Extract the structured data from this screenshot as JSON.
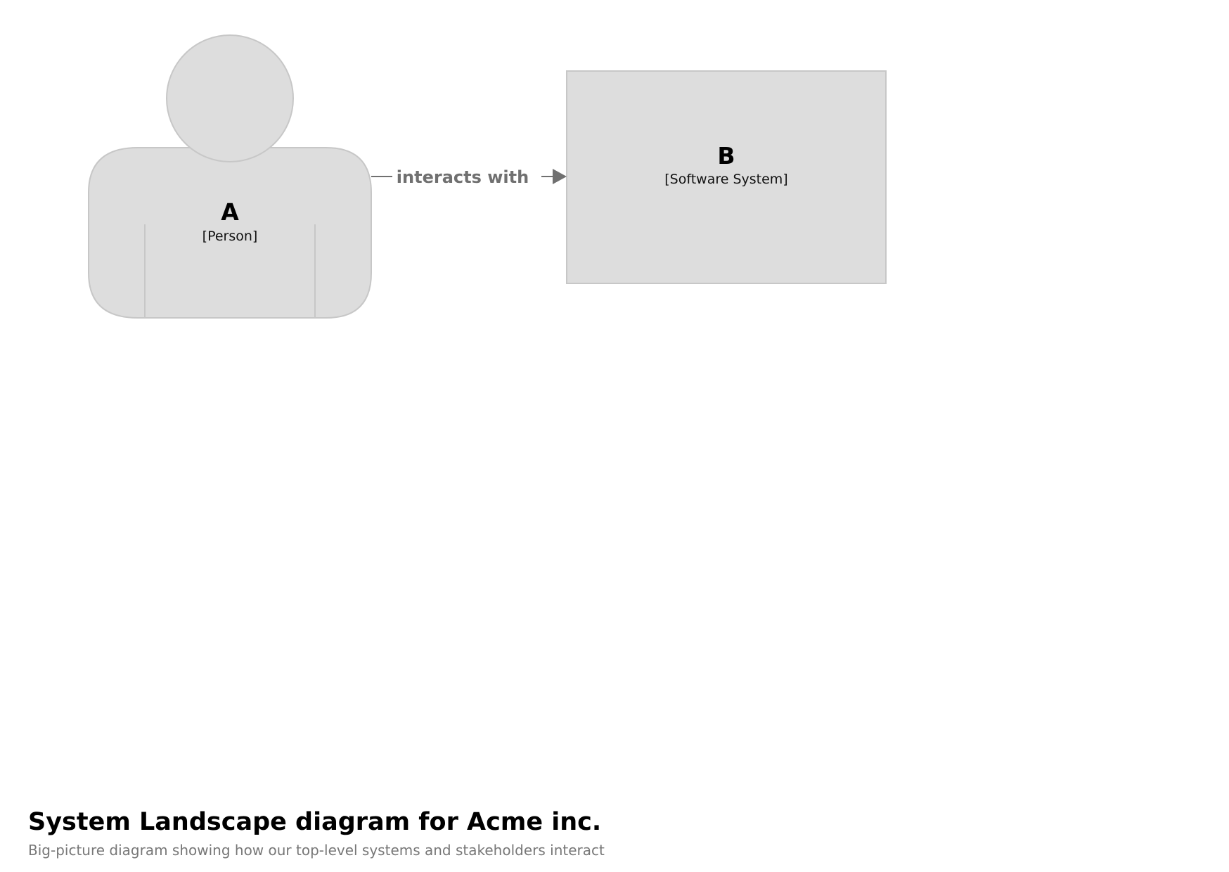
{
  "diagram": {
    "title": "System Landscape diagram for Acme inc.",
    "subtitle": "Big-picture diagram showing how our top-level systems and stakeholders interact",
    "colors": {
      "element_fill": "#dddddd",
      "element_stroke": "#c7c7c7",
      "relationship": "#707070"
    },
    "elements": [
      {
        "id": "A",
        "name": "A",
        "type_label": "[Person]",
        "shape": "person"
      },
      {
        "id": "B",
        "name": "B",
        "type_label": "[Software System]",
        "shape": "box"
      }
    ],
    "relationships": [
      {
        "from": "A",
        "to": "B",
        "label": "interacts with"
      }
    ]
  }
}
